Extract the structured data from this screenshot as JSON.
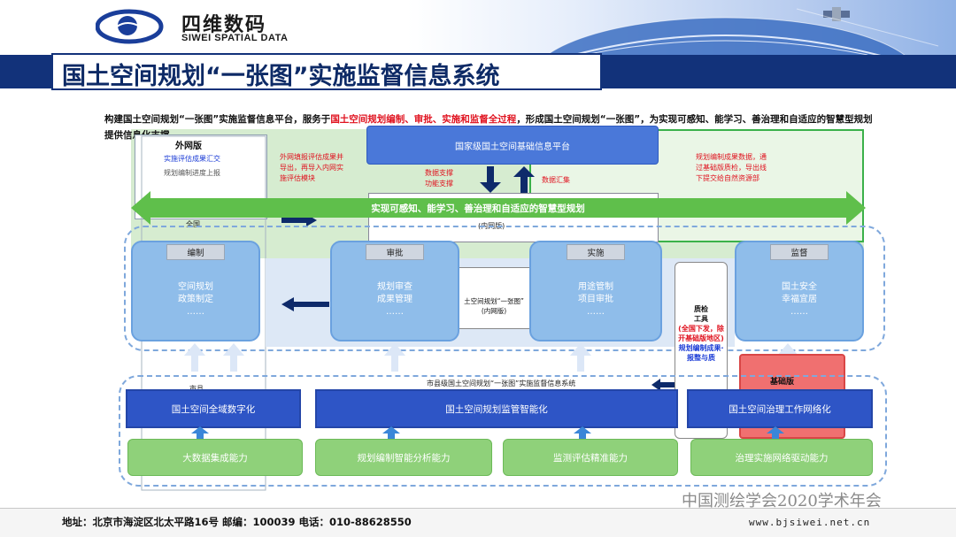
{
  "header": {
    "logo_name": "四维数码",
    "logo_en": "SIWEI SPATIAL DATA",
    "title": "国土空间规划“一张图”实施监督信息系统"
  },
  "intro": {
    "part1": "构建国土空间规划“一张图”实施监督信息平台，服务于",
    "highlight": "国土空间规划编制、审批、实施和监督全过程",
    "part2": "，形成国土空间规划“一张图”，为实现可感知、能学习、善治理和自适应的智慧型规划提供信息化支撑。"
  },
  "external": {
    "title": "外网版",
    "line1": "实施评估成果汇交",
    "line2": "规划编制进度上报",
    "nation": "全国"
  },
  "notes": {
    "left_red": "外网填报评估成果并导出，再导入内网实施评估模块",
    "support": "数据支撑\n功能支撑",
    "gather": "数据汇集",
    "right_red": "规划编制成果数据，通过基础版质检，导出线下提交给自然资源部"
  },
  "national_platform": "国家级国土空间基础信息平台",
  "inner_version": "(内网版)",
  "band_label": "实现可感知、能学习、善治理和自适应的智慧型规划",
  "cards": [
    {
      "tag": "编制",
      "line1": "空间规划",
      "line2": "政策制定",
      "line3": "……"
    },
    {
      "tag": "审批",
      "line1": "规划审查",
      "line2": "成果管理",
      "line3": "……"
    },
    {
      "tag": "实施",
      "line1": "用途管制",
      "line2": "项目审批",
      "line3": "……"
    },
    {
      "tag": "监督",
      "line1": "国土安全",
      "line2": "幸福宜居",
      "line3": "……"
    }
  ],
  "center_box": {
    "line1": "土空间规划“一张图”",
    "line2": "(内网版)"
  },
  "qc": {
    "title": "质检\n工具",
    "red": "(全国下发，除开基础版地区)",
    "blue": "规划编制成果·报整与质"
  },
  "base_label": "基础版",
  "lower_caption": "市县级国土空间规划“一张图”实施监督信息系统",
  "city_label": "市县",
  "blue_bars": [
    "国土空间全域数字化",
    "国土空间规划监管智能化",
    "国土空间治理工作网络化"
  ],
  "green_bars": [
    "大数据集成能力",
    "规划编制智能分析能力",
    "监测评估精准能力",
    "治理实施网络驱动能力"
  ],
  "footer": {
    "address": "地址：北京市海淀区北太平路16号    邮编：100039    电话：010-88628550",
    "url": "www.bjsiwei.net.cn",
    "watermark": "中国测绘学会2020学术年会"
  },
  "colors": {
    "title_bar": "#12327a",
    "card": "#8fbdea",
    "blue_bar": "#2e55c6",
    "green_bar": "#8fd17a",
    "arrow": "#0e2a6a",
    "highlight_red": "#e0121f"
  }
}
